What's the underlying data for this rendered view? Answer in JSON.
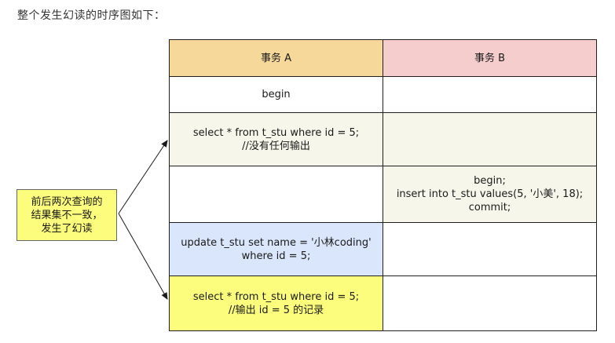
{
  "intro_text": "整个发生幻读的时序图如下：",
  "table": {
    "headers": {
      "a": "事务 A",
      "b": "事务 B"
    },
    "colors": {
      "header_a": "#f7d89b",
      "header_b": "#f5cdcd",
      "row_neutral": "#f7f6ea",
      "row_update": "#dae6fc",
      "row_highlight": "#fdfd7d",
      "row_plain": "#ffffff"
    },
    "rows": [
      {
        "a": "begin",
        "b": ""
      },
      {
        "a": "select * from t_stu where id = 5;\n//没有任何输出",
        "b": ""
      },
      {
        "a": "",
        "b": "begin;\ninsert into t_stu values(5, '小美', 18);\ncommit;"
      },
      {
        "a": "update t_stu set name = '小林coding'\nwhere id = 5;",
        "b": ""
      },
      {
        "a": "select * from t_stu where id = 5;\n//输出 id = 5 的记录",
        "b": ""
      }
    ]
  },
  "note": {
    "text": "前后两次查询的\n结果集不一致，\n发生了幻读",
    "color": "#fdfd7d",
    "icon": "arrow-pointer"
  }
}
